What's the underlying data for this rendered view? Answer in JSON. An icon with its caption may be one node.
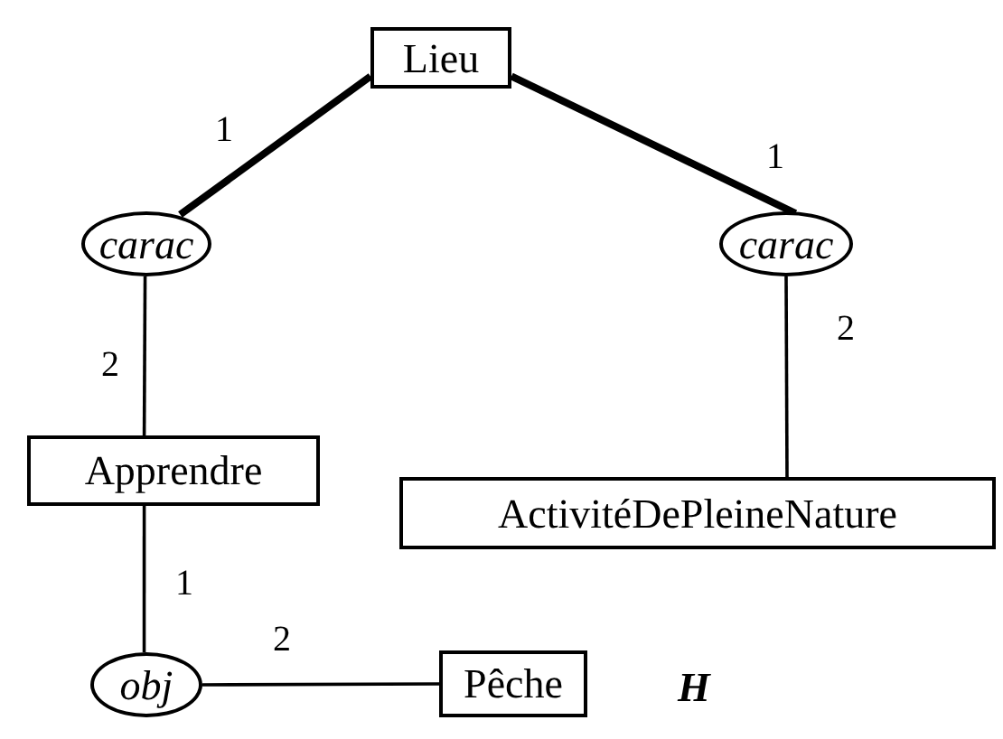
{
  "diagram": {
    "nodes": [
      {
        "text": [
          "Lieu"
        ]
      },
      {
        "text": [
          "carac"
        ]
      },
      {
        "text": [
          "carac"
        ]
      },
      {
        "text": [
          "Apprendre"
        ]
      },
      {
        "text": [
          "ActivitéDePleineNature"
        ]
      },
      {
        "text": [
          "obj"
        ]
      },
      {
        "text": [
          "Pêche"
        ]
      }
    ],
    "edges": [
      {
        "from": 0,
        "to": 1,
        "arrow": "none",
        "label": "1",
        "style": "thick"
      },
      {
        "from": 0,
        "to": 2,
        "arrow": "none",
        "label": "1",
        "style": "thick"
      },
      {
        "from": 1,
        "to": 3,
        "arrow": "none",
        "label": "2"
      },
      {
        "from": 2,
        "to": 4,
        "arrow": "none",
        "label": "2"
      },
      {
        "from": 3,
        "to": 5,
        "arrow": "none",
        "label": "1"
      },
      {
        "from": 5,
        "to": 6,
        "arrow": "none",
        "label": "2"
      }
    ],
    "labels": [
      "H"
    ]
  }
}
